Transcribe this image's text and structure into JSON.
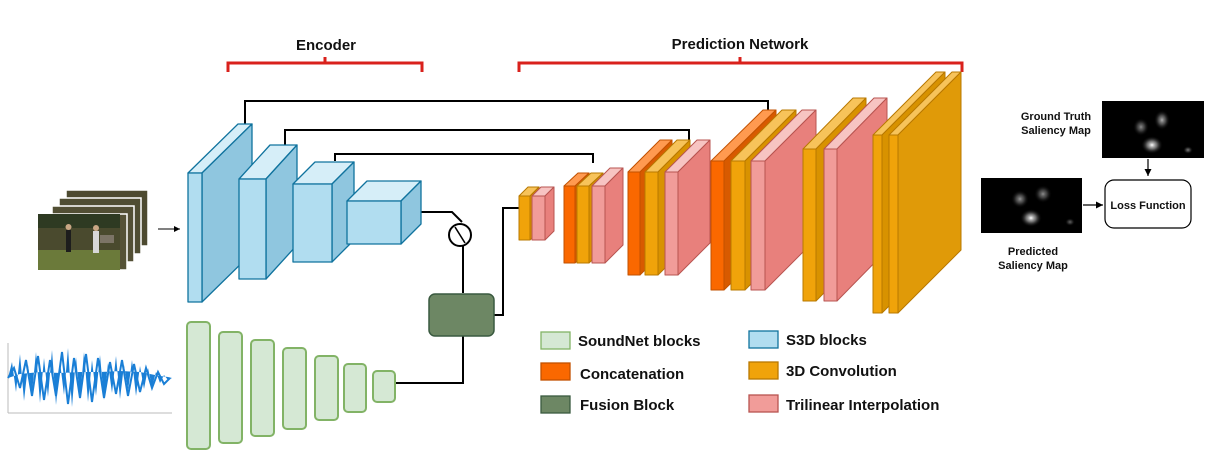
{
  "sections": {
    "encoder": "Encoder",
    "prediction_network": "Prediction Network"
  },
  "legend": {
    "soundnet": "SoundNet blocks",
    "s3d": "S3D blocks",
    "concatenation": "Concatenation",
    "conv3d": "3D Convolution",
    "fusion": "Fusion Block",
    "trilinear": "Trilinear Interpolation"
  },
  "outputs": {
    "ground_truth_line1": "Ground Truth",
    "ground_truth_line2": "Saliency Map",
    "predicted_line1": "Predicted",
    "predicted_line2": "Saliency Map",
    "loss_function": "Loss Function"
  },
  "colors": {
    "bracket": "#d9211c",
    "soundnet_fill": "#d5e8d4",
    "soundnet_stroke": "#82b366",
    "s3d_fill": "#b1ddf0",
    "s3d_stroke": "#10739e",
    "concatenation": "#fa6800",
    "conv3d": "#f0a30a",
    "fusion": "#6d8764",
    "trilinear": "#f19c99",
    "waveform": "#1a7fd6"
  }
}
